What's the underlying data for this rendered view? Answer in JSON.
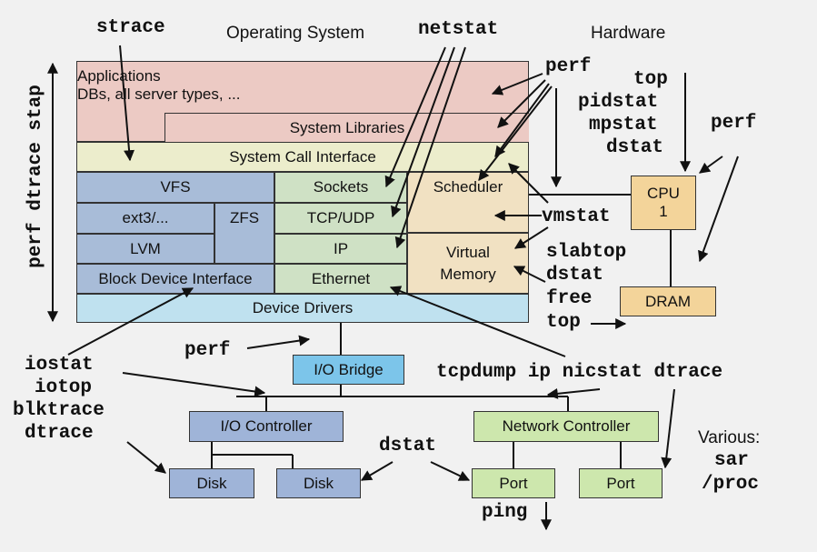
{
  "headings": {
    "operating_system": "Operating System",
    "hardware": "Hardware"
  },
  "os_layers": {
    "applications": "Applications",
    "applications_sub": "DBs, all server types, ...",
    "system_libraries": "System Libraries",
    "system_call_interface": "System Call Interface",
    "vfs": "VFS",
    "ext3": "ext3/...",
    "zfs": "ZFS",
    "lvm": "LVM",
    "block_device_interface": "Block Device Interface",
    "sockets": "Sockets",
    "tcp_udp": "TCP/UDP",
    "ip": "IP",
    "ethernet": "Ethernet",
    "scheduler": "Scheduler",
    "virtual_memory_1": "Virtual",
    "virtual_memory_2": "Memory",
    "device_drivers": "Device Drivers"
  },
  "hardware": {
    "cpu": "CPU",
    "cpu_count": "1",
    "dram": "DRAM",
    "io_bridge": "I/O Bridge",
    "io_controller": "I/O Controller",
    "network_controller": "Network Controller",
    "disk": "Disk",
    "port": "Port"
  },
  "tools": {
    "strace": "strace",
    "netstat": "netstat",
    "perf": "perf",
    "vertical": "perf dtrace stap",
    "top": "top",
    "pidstat": "pidstat",
    "mpstat": "mpstat",
    "dstat": "dstat",
    "vmstat": "vmstat",
    "slabtop": "slabtop",
    "free": "free",
    "iostat": "iostat",
    "iotop": "iotop",
    "blktrace": "blktrace",
    "dtrace": "dtrace",
    "tcpdump_line": "tcpdump ip nicstat dtrace",
    "ping": "ping",
    "various": "Various:",
    "sar": "sar",
    "proc": "/proc"
  },
  "colors": {
    "applications": "#eccac4",
    "syscall": "#ecedcc",
    "storage": "#a8bcd8",
    "network": "#cfe1c5",
    "cpu_mem": "#f1e1c2",
    "drivers": "#bfe1ef",
    "cpu_box": "#f3d49a",
    "io_bridge": "#7cc5ea",
    "io_controller": "#9fb4d8",
    "net_hw": "#cde7ad"
  }
}
